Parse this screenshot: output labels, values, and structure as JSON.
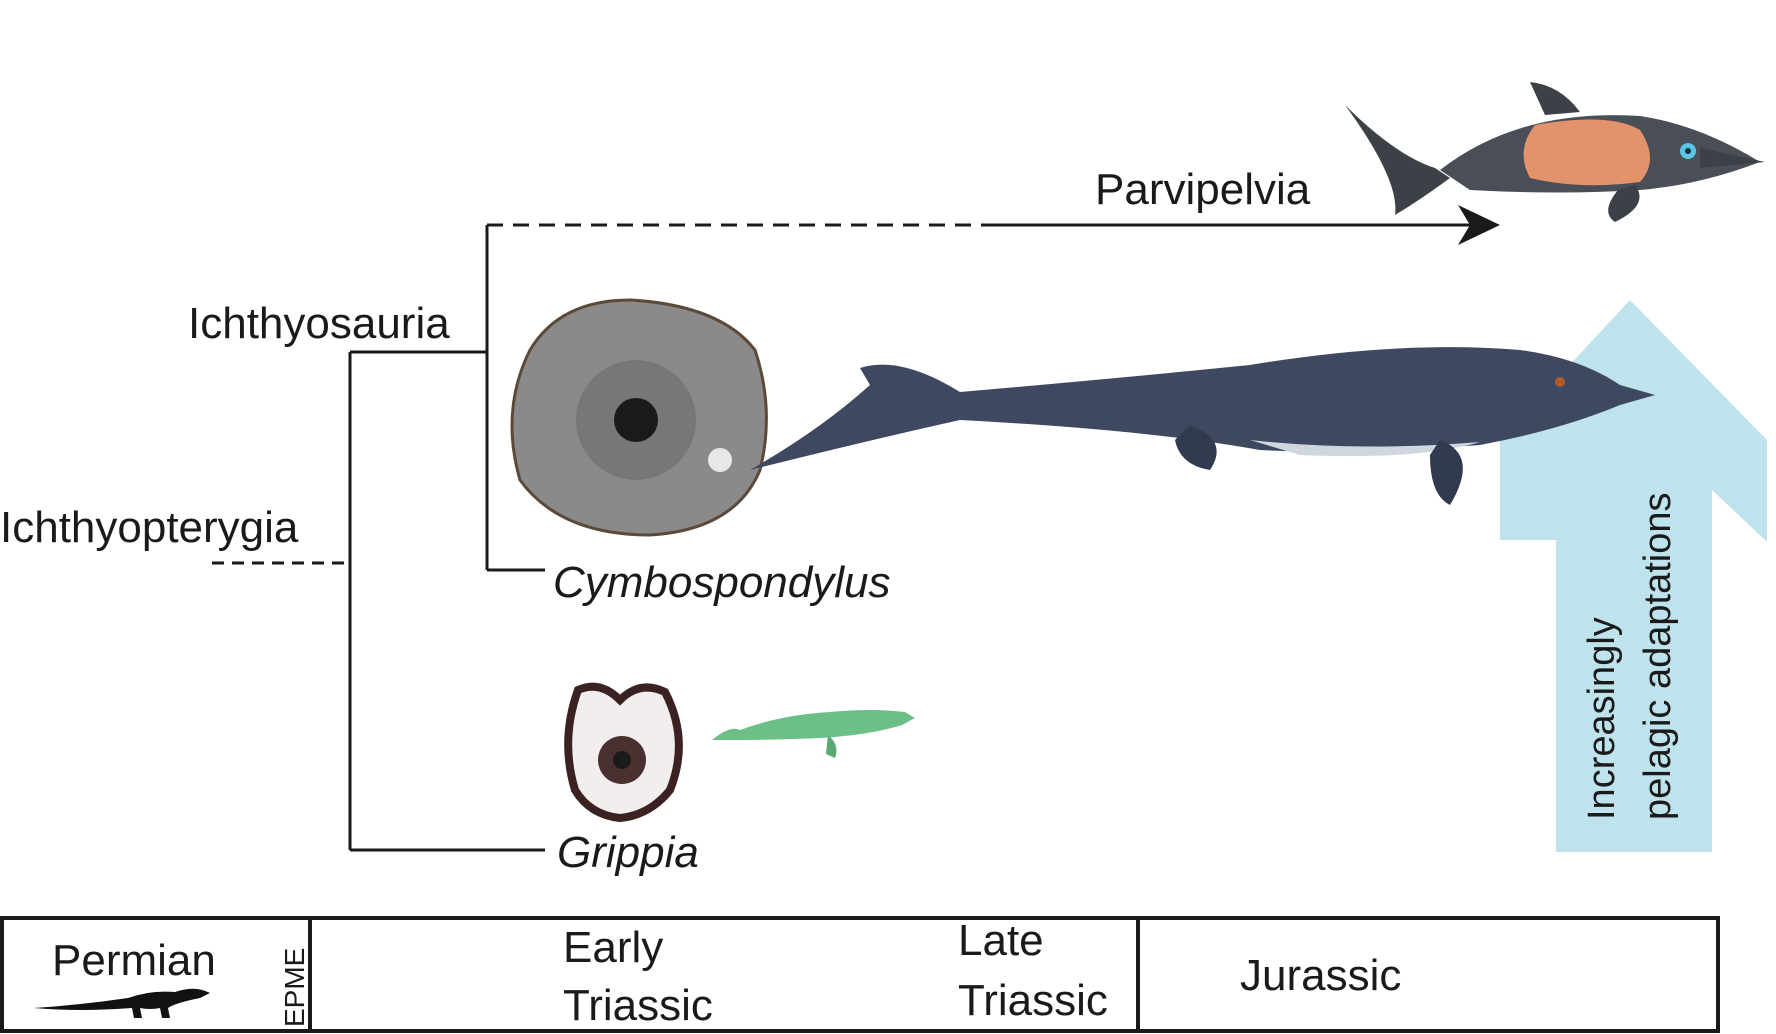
{
  "clades": {
    "ichthyopterygia": "Ichthyopterygia",
    "ichthyosauria": "Ichthyosauria",
    "parvipelvia": "Parvipelvia"
  },
  "taxa": {
    "cymbospondylus": "Cymbospondylus",
    "grippia": "Grippia"
  },
  "arrow_label": {
    "line1": "Increasingly",
    "line2": "pelagic adaptations"
  },
  "timescale": {
    "permian": "Permian",
    "epme": "EPME",
    "early_triassic_line1": "Early",
    "early_triassic_line2": "Triassic",
    "late_triassic_line1": "Late",
    "late_triassic_line2": "Triassic",
    "jurassic": "Jurassic"
  },
  "colors": {
    "tree_line": "#1a1a1a",
    "pelagic_arrow": "#bfe3ec",
    "parvipelvia_belly": "#e3936b",
    "parvipelvia_body": "#4a4f57",
    "cymbospondylus_body": "#3e4860",
    "grippia_body": "#6cbf86",
    "bone_section": "#8a8a8a"
  }
}
